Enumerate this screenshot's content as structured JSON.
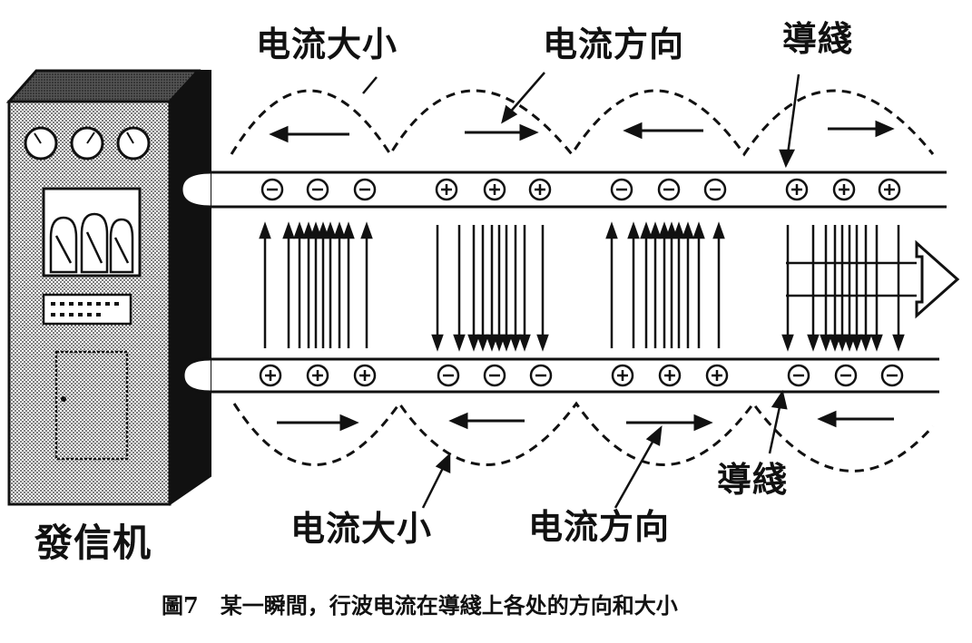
{
  "labels": {
    "top_magnitude": "电流大小",
    "top_direction": "电流方向",
    "top_wire": "導綫",
    "bottom_magnitude": "电流大小",
    "bottom_direction": "电流方向",
    "bottom_wire": "導綫",
    "transmitter": "發信机"
  },
  "caption": "圖7　某一瞬間，行波电流在導綫上各处的方向和大小",
  "wires": {
    "top_charges": [
      "−",
      "−",
      "−",
      "+",
      "+",
      "+",
      "−",
      "−",
      "−",
      "+",
      "+",
      "+"
    ],
    "bottom_charges": [
      "+",
      "+",
      "+",
      "−",
      "−",
      "−",
      "+",
      "+",
      "+",
      "−",
      "−",
      "−"
    ]
  }
}
